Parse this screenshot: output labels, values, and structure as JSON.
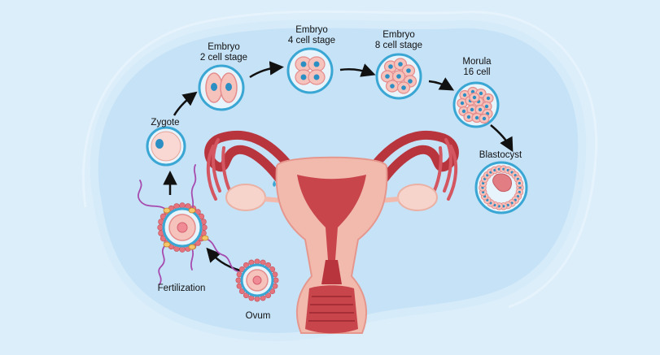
{
  "stages": {
    "embryo2": {
      "line1": "Embryo",
      "line2": "2 cell stage"
    },
    "embryo4": {
      "line1": "Embryo",
      "line2": "4 cell stage"
    },
    "embryo8": {
      "line1": "Embryo",
      "line2": "8 cell stage"
    },
    "morula": {
      "line1": "Morula",
      "line2": "16 cell"
    },
    "blastocyst": "Blastocyst",
    "zygote": "Zygote",
    "fertilization": "Fertilization",
    "ovum": "Ovum"
  },
  "colors": {
    "background": "#dbeefa",
    "blob": "#c6e2f7",
    "uterus_outer": "#f2b9ad",
    "uterus_inner": "#c8454c",
    "tube": "#b9353e",
    "ovary": "#f6d4cb",
    "cell_ring": "#3aa6d4",
    "cell_fill": "#f5c2bc",
    "nucleus": "#2c8fc4",
    "arrow": "#111111"
  }
}
